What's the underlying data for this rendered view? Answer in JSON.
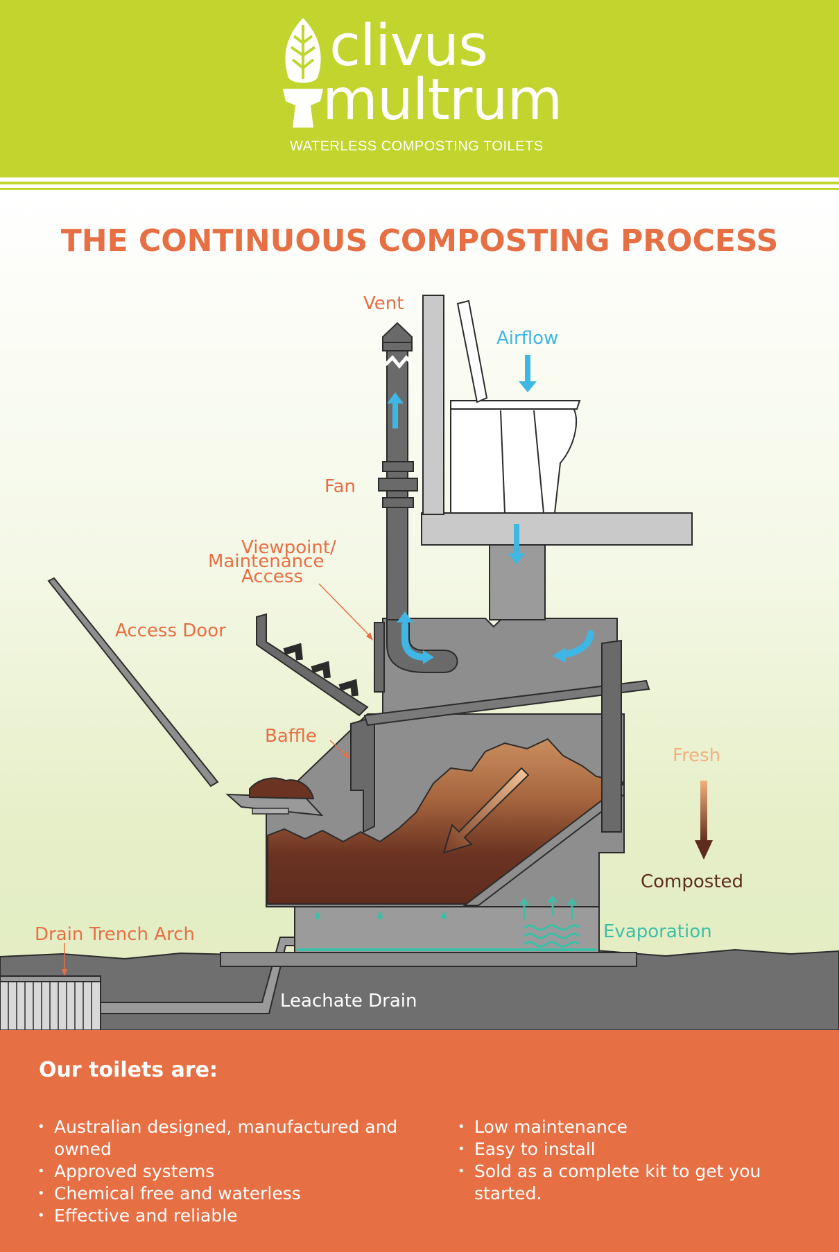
{
  "brand": {
    "name_line1": "clivus",
    "name_line2": "multrum",
    "tagline": "WATERLESS COMPOSTING TOILETS"
  },
  "title": "THE CONTINUOUS COMPOSTING PROCESS",
  "labels": {
    "vent": "Vent",
    "airflow": "Airflow",
    "fan": "Fan",
    "viewpoint_line1": "Viewpoint/",
    "viewpoint_line2": "Maintenance",
    "viewpoint_line3": "Access",
    "access_door": "Access Door",
    "baffle": "Baffle",
    "fresh": "Fresh",
    "composted": "Composted",
    "evaporation": "Evaporation",
    "drain_trench_arch": "Drain Trench Arch",
    "leachate_drain": "Leachate Drain"
  },
  "colors": {
    "brand_green": "#c2d52e",
    "accent_orange": "#e76f44",
    "airflow_blue": "#3fb6e4",
    "evaporation_teal": "#3cbfa6",
    "compost_brown": "#6b3322",
    "unit_grey": "#8e8e8e",
    "ground_grey": "#6f6f6f"
  },
  "footer": {
    "heading": "Our toilets are:",
    "left_items": [
      "Australian designed, manufactured and owned",
      "Approved systems",
      "Chemical free and waterless",
      "Effective and reliable"
    ],
    "right_items": [
      "Low maintenance",
      "Easy to install",
      "Sold as a complete kit to get you started."
    ]
  }
}
